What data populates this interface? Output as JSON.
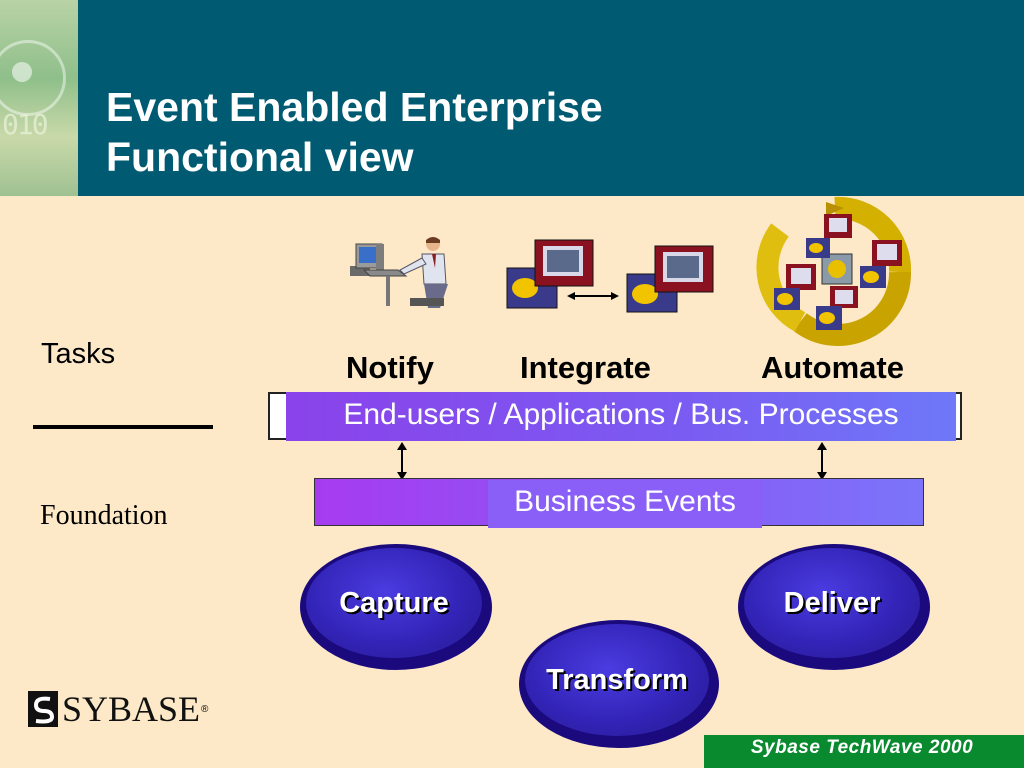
{
  "slide": {
    "title_line1": "Event Enabled Enterprise",
    "title_line2": "Functional view",
    "header_art_digits": "010"
  },
  "labels": {
    "tasks": "Tasks",
    "foundation": "Foundation"
  },
  "tasks": [
    {
      "label": "Notify",
      "icon": "person-at-computer-icon"
    },
    {
      "label": "Integrate",
      "icon": "connected-computers-icon"
    },
    {
      "label": "Automate",
      "icon": "automation-cycle-icon"
    }
  ],
  "bars": {
    "users": "End-users  / Applications  / Bus. Processes",
    "events": "Business Events"
  },
  "ovals": {
    "capture": "Capture",
    "transform": "Transform",
    "deliver": "Deliver"
  },
  "footer": {
    "logo": "SYBASE",
    "logo_mark": "®",
    "event": "Sybase TechWave 2000"
  },
  "colors": {
    "header": "#005a72",
    "background": "#fde9c8",
    "bar_purple": "#8a42ea",
    "oval_blue": "#3324b8",
    "footer_green": "#0a8a2e"
  }
}
